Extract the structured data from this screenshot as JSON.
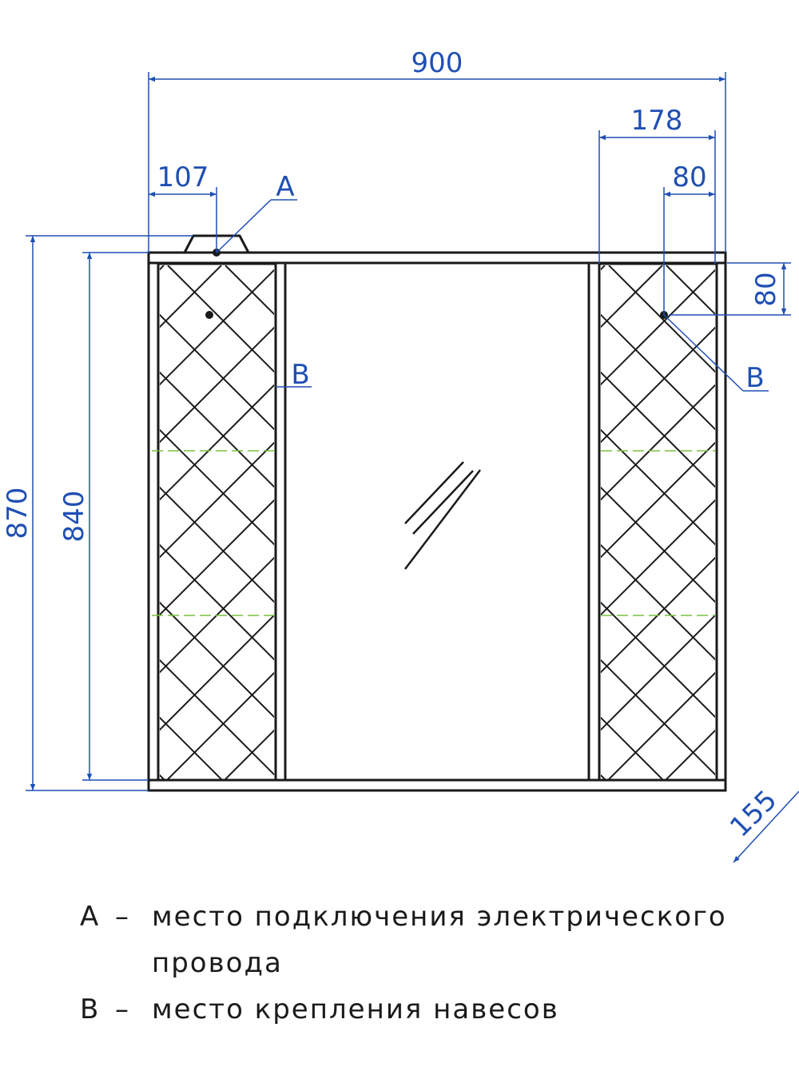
{
  "dimensions": {
    "overall_width": "900",
    "right_section_width": "178",
    "left_point_offset": "107",
    "right_point_offset": "80",
    "right_vertical_offset": "80",
    "overall_height": "870",
    "cabinet_height": "840",
    "depth": "155"
  },
  "markers": {
    "a": "A",
    "b_left": "B",
    "b_right": "B"
  },
  "legend": {
    "a_key": "A",
    "a_dash": "–",
    "a_text_1": "место подключения электрического",
    "a_text_2": "провода",
    "b_key": "B",
    "b_dash": "–",
    "b_text": "место крепления навесов"
  },
  "colors": {
    "outline": "#1a1a1a",
    "dimension": "#1f4fb3",
    "shelf": "#7ac142"
  }
}
